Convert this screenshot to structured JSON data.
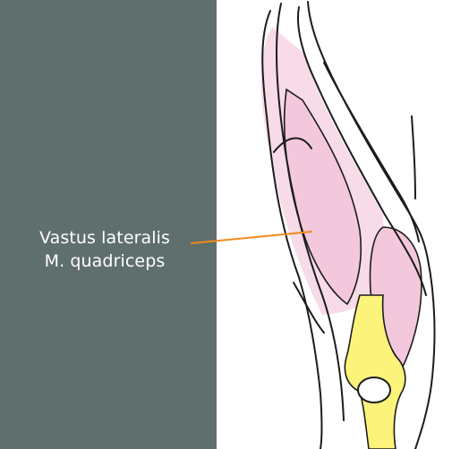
{
  "slide": {
    "background_color": "#5f6f6d",
    "panel_color": "#ffffff"
  },
  "annotation": {
    "line1": "Vastus lateralis",
    "line2": "M. quadriceps",
    "leader_color": "#f08a1c"
  },
  "figure": {
    "subject": "knee-anatomy-sketch",
    "muscle_fill": "#f3c7dc",
    "muscle_fill_light": "#f7dbe8",
    "bone_fill": "#fbf37a",
    "outline_color": "#1c1c1c"
  }
}
